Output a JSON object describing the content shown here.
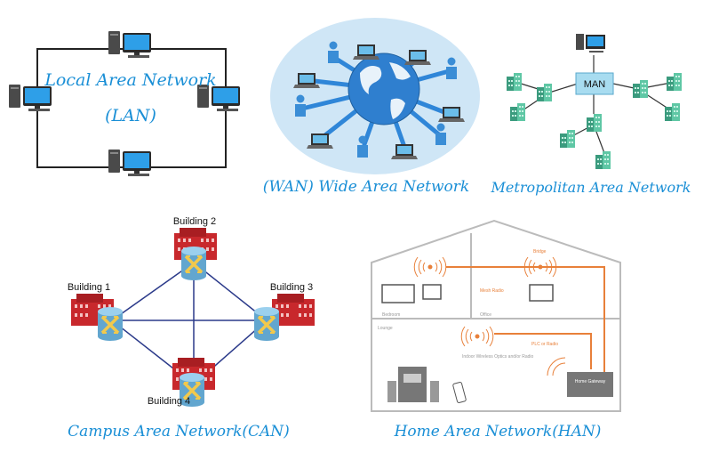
{
  "lan": {
    "title": "Local Area Network",
    "abbr": "(LAN)"
  },
  "wan": {
    "caption": "(WAN) Wide Area Network"
  },
  "man": {
    "hub_label": "MAN",
    "caption": "Metropolitan Area Network"
  },
  "can": {
    "buildings": [
      "Building 1",
      "Building 2",
      "Building 3",
      "Building 4"
    ],
    "caption": "Campus Area Network(CAN)"
  },
  "han": {
    "rooms": [
      "Bedroom",
      "Office",
      "Lounge"
    ],
    "labels": [
      "Mesh Radio",
      "Bridge",
      "PLC or Radio",
      "Indoor Wireless Optics and/or Radio",
      "Home Gateway"
    ],
    "caption": "Home Area Network(HAN)"
  },
  "colors": {
    "caption": "#1a8fd6",
    "accent": "#e8803a",
    "man_box": "#a8dcf0"
  }
}
